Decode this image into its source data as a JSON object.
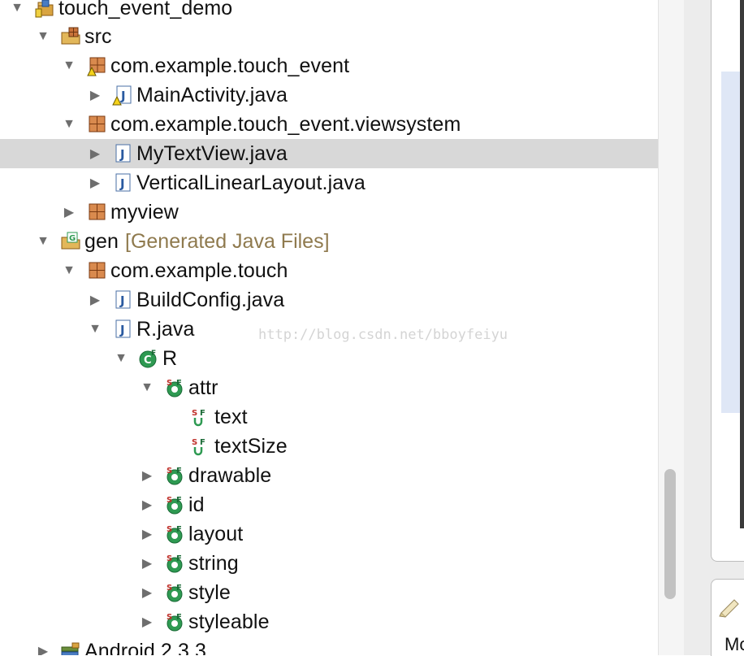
{
  "tree": {
    "project_label": "touch_event_demo",
    "src_label": "src",
    "pkg_touch_event_label": "com.example.touch_event",
    "main_activity_label": "MainActivity.java",
    "pkg_viewsystem_label": "com.example.touch_event.viewsystem",
    "mytextview_label": "MyTextView.java",
    "verticallinearlayout_label": "VerticalLinearLayout.java",
    "myview_label": "myview",
    "gen_label": "gen",
    "gen_decoration": "[Generated Java Files]",
    "pkg_touch_label": "com.example.touch",
    "buildconfig_label": "BuildConfig.java",
    "rjava_label": "R.java",
    "r_class_label": "R",
    "attr_label": "attr",
    "text_label": "text",
    "textsize_label": "textSize",
    "drawable_label": "drawable",
    "id_label": "id",
    "layout_label": "layout",
    "string_label": "string",
    "style_label": "style",
    "styleable_label": "styleable",
    "android_label": "Android 2.3.3"
  },
  "watermark": "http://blog.csdn.net/bboyfeiyu",
  "right_pane": {
    "partial_text": "Mo"
  },
  "colors": {
    "selection": "#d8d8d8",
    "decoration": "#8f7a4e",
    "package_icon": "#b5651d",
    "java_icon": "#3a6fb0",
    "class_icon": "#2e9a52"
  }
}
